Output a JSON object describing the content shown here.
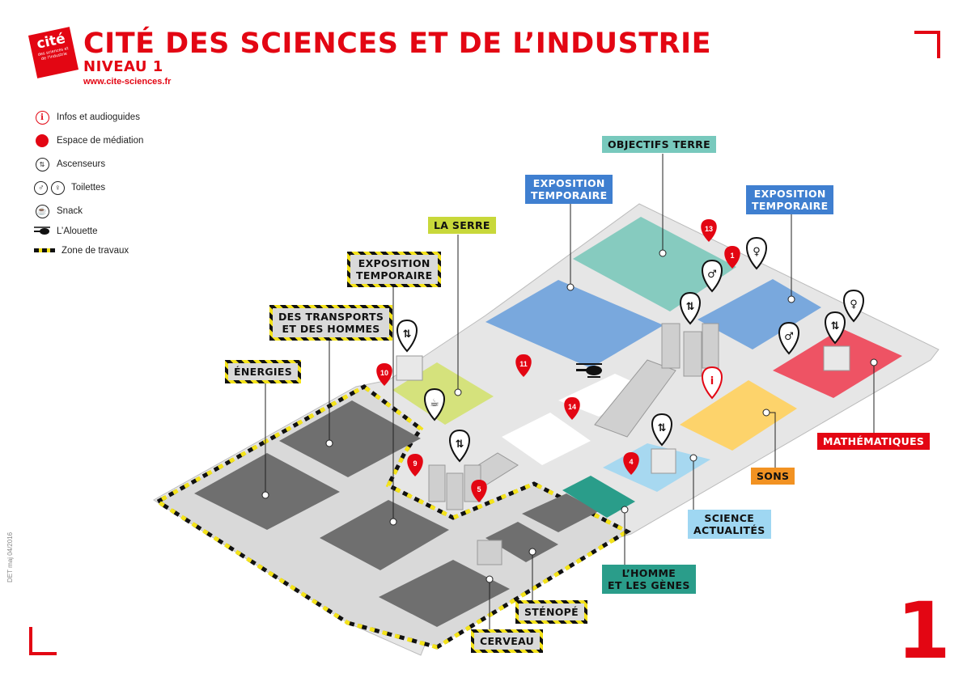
{
  "header": {
    "title": "CITÉ DES SCIENCES ET DE L’INDUSTRIE",
    "subtitle": "NIVEAU 1",
    "url": "www.cite-sciences.fr",
    "logo_text": "cité",
    "logo_sub": "des sciences et de l'industrie"
  },
  "legend": [
    {
      "icon": "info-icon",
      "label": "Infos et audioguides"
    },
    {
      "icon": "mediation-dot-icon",
      "label": "Espace de médiation"
    },
    {
      "icon": "elevator-icon",
      "label": "Ascenseurs"
    },
    {
      "icon": "toilets-icon",
      "label": "Toilettes"
    },
    {
      "icon": "snack-icon",
      "label": "Snack"
    },
    {
      "icon": "helicopter-icon",
      "label": "L’Alouette"
    },
    {
      "icon": "work-zone-stripe-icon",
      "label": "Zone de travaux"
    }
  ],
  "zones": {
    "objectifs_terre": "OBJECTIFS TERRE",
    "expo_temp_center": "EXPOSITION\nTEMPORAIRE",
    "expo_temp_right": "EXPOSITION\nTEMPORAIRE",
    "la_serre": "LA SERRE",
    "expo_temp_work": "EXPOSITION\nTEMPORAIRE",
    "transports": "DES TRANSPORTS\nET DES HOMMES",
    "energies": "ÉNERGIES",
    "mathematiques": "MATHÉMATIQUES",
    "sons": "SONS",
    "science_actualites": "SCIENCE\nACTUALITÉS",
    "homme_genes": "L’HOMME\nET LES GÈNES",
    "stenope": "STÉNOPÉ",
    "cerveau": "CERVEAU"
  },
  "mediation_points": [
    "1",
    "4",
    "5",
    "9",
    "10",
    "11",
    "13",
    "14"
  ],
  "level_number": "1",
  "side_note": "DET maj 04/2016",
  "colors": {
    "brand_red": "#e30613",
    "floor": "#e6e6e6",
    "work_gray": "#6f6f6f",
    "expo_blue": "#79a8dd",
    "teal": "#86cbbf",
    "green": "#d5e27c",
    "math_red": "#ee5364",
    "sons_yellow": "#fdd36b",
    "science_lblue": "#a7d8f0",
    "genes_teal": "#2a9d8a",
    "work_stripe": "#f4e31a"
  }
}
